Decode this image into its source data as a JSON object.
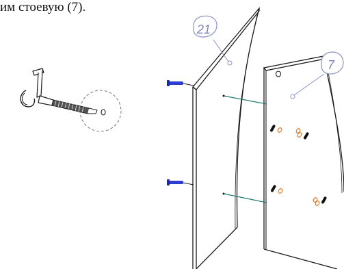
{
  "caption": {
    "text": "им стоевую (7)."
  },
  "callouts": [
    {
      "label": "21"
    },
    {
      "label": "7"
    }
  ],
  "colors": {
    "outline": "#1a1a1a",
    "callout": "#8a93c8",
    "dowel": "#1f7a6e",
    "screw": "#2a3fd0",
    "cam": "#e07a2a"
  },
  "icons": {
    "cam_tool": "eccentric-cam-screw-with-hex-key",
    "panel_21": "side-panel",
    "panel_7": "post-panel"
  }
}
